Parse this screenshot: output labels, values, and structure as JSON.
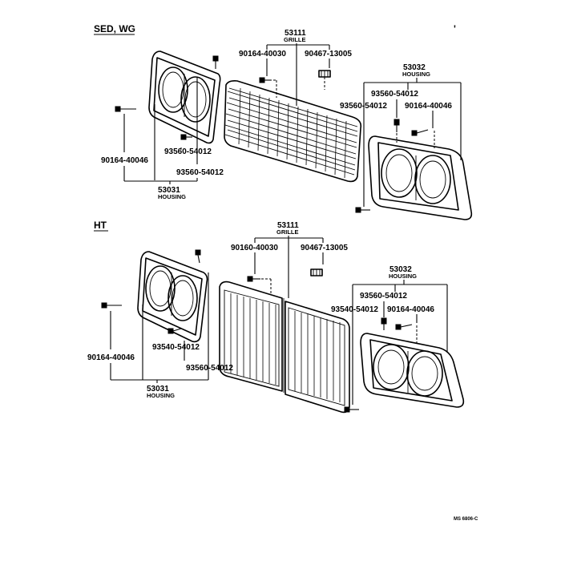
{
  "sections": {
    "sed_wg": {
      "title": "SED, WG",
      "grille_part": "53111",
      "grille_name": "GRILLE",
      "bolt_a": "90164-40030",
      "clip": "90467-13005",
      "rh_housing_part": "53032",
      "rh_housing_name": "HOUSING",
      "rh_screw_1": "93560-54012",
      "rh_screw_2": "93560-54012",
      "rh_bolt": "90164-40046",
      "lh_bolt": "90164-40046",
      "lh_screw_1": "93560-54012",
      "lh_screw_2": "93560-54012",
      "lh_housing_part": "53031",
      "lh_housing_name": "HOUSING"
    },
    "ht": {
      "title": "HT",
      "grille_part": "53111",
      "grille_name": "GRILLE",
      "bolt_a": "90160-40030",
      "clip": "90467-13005",
      "rh_housing_part": "53032",
      "rh_housing_name": "HOUSING",
      "rh_screw_1": "93560-54012",
      "rh_screw_2": "93540-54012",
      "rh_bolt": "90164-40046",
      "lh_bolt": "90164-40046",
      "lh_screw_1": "93540-54012",
      "lh_screw_2": "93560-54012",
      "lh_housing_part": "53031",
      "lh_housing_name": "HOUSING"
    }
  },
  "figure_code": "MS 6806-C"
}
